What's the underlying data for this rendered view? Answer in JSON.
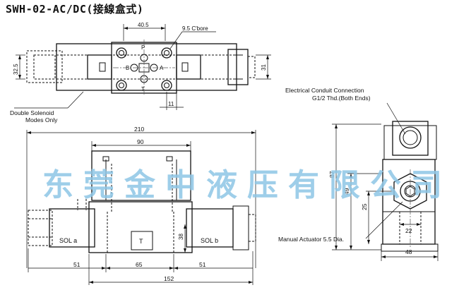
{
  "title": "SWH-02-AC/DC(接線盒式)",
  "watermark": "东莞金中液压有限公司",
  "top_view": {
    "dim_width": "40.5",
    "bore_note": "9.5 C'bore",
    "dim_left_height": "32.5",
    "dim_right_height": "31",
    "dim_gap": "11",
    "port_p": "P",
    "port_t": "T",
    "port_a": "A",
    "port_b": "B",
    "solenoid_note_line1": "Double Solenoid",
    "solenoid_note_line2": "Modes Only"
  },
  "front_view": {
    "dim_overall": "210",
    "dim_top": "90",
    "sol_a": "SOL a",
    "sol_b": "SOL b",
    "port_t": "T",
    "dim_height": "38",
    "dim_left": "51",
    "dim_mid": "65",
    "dim_right": "51",
    "dim_bottom": "152"
  },
  "side_view": {
    "conduit_line1": "Electrical Conduit Connection",
    "conduit_line2": "G1/2 Thd.(Both Ends)",
    "actuator_note": "Manual Actuator 5.5 Dia.",
    "dim_total_height": "87",
    "dim_49": "49",
    "dim_25": "25",
    "dim_22": "22",
    "dim_48": "48"
  }
}
